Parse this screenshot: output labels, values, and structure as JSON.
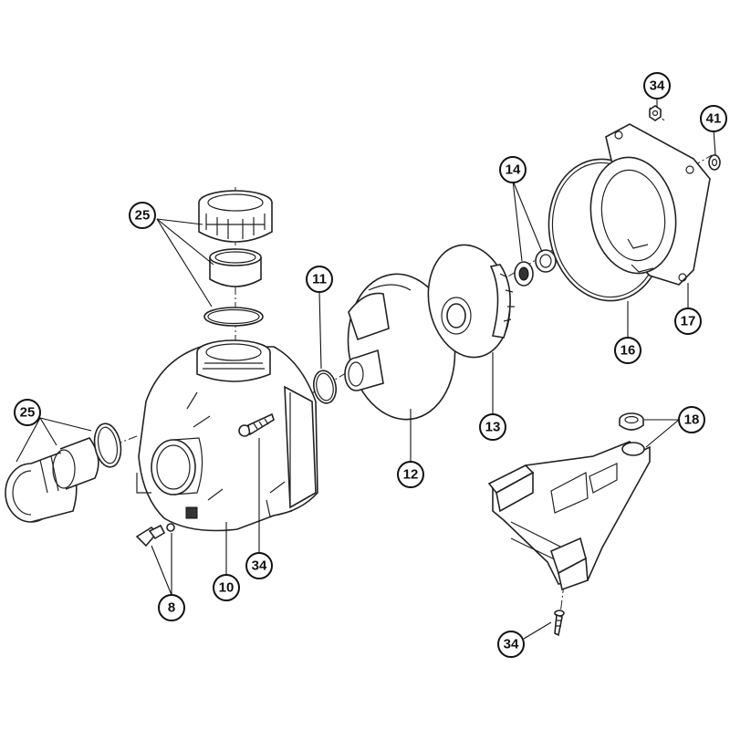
{
  "callouts": {
    "c25_top": "25",
    "c25_left": "25",
    "c11": "11",
    "c14": "14",
    "c34_top": "34",
    "c41": "41",
    "c17": "17",
    "c16": "16",
    "c13": "13",
    "c12": "12",
    "c18": "18",
    "c10": "10",
    "c34_mid": "34",
    "c8": "8",
    "c34_bottom": "34"
  }
}
